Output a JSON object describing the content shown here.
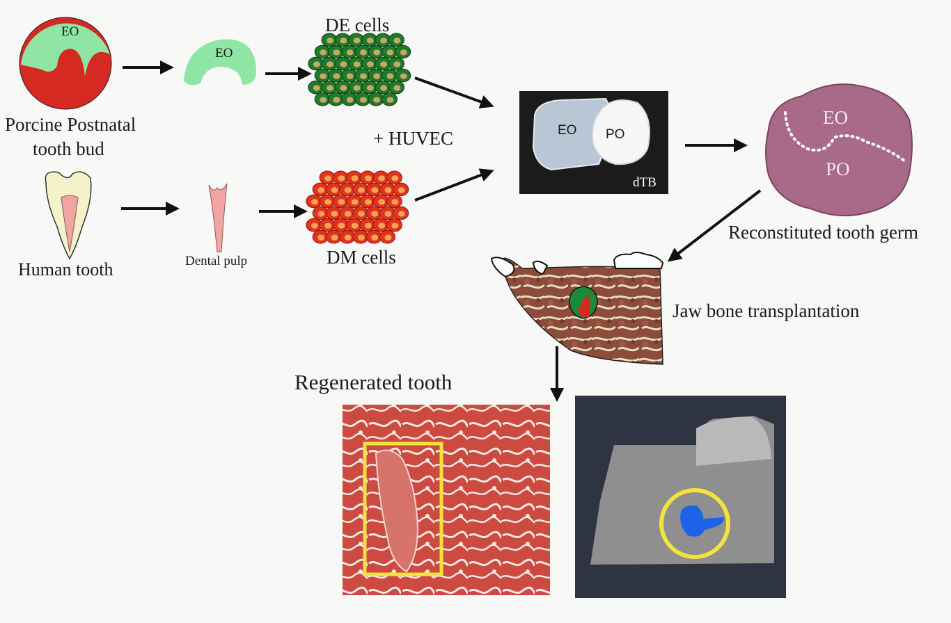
{
  "labels": {
    "eo_bud": "EO",
    "eo_epithelium": "EO",
    "de_cells": "DE cells",
    "porcine_line1": "Porcine Postnatal",
    "porcine_line2": "tooth bud",
    "huvec": "+ HUVEC",
    "human_tooth": "Human tooth",
    "dental_pulp": "Dental pulp",
    "dm_cells": "DM cells",
    "dtb_eo": "EO",
    "dtb_po": "PO",
    "dtb": "dTB",
    "germ_eo": "EO",
    "germ_po": "PO",
    "reconstituted": "Reconstituted tooth germ",
    "jaw_transplant": "Jaw bone transplantation",
    "regenerated": "Regenerated tooth"
  },
  "colors": {
    "epithelium_green": "#8fe6a4",
    "mesenchyme_red": "#d42a22",
    "de_cell_green": "#1f7a2a",
    "dm_cell_red": "#e3331c",
    "pulp_pink": "#f2a3a3",
    "germ_purple": "#a86a88",
    "histology_red": "#c9443e",
    "ct_blue": "#1e63e6",
    "highlight_yellow": "#f4e33c",
    "arrow_black": "#111111"
  }
}
